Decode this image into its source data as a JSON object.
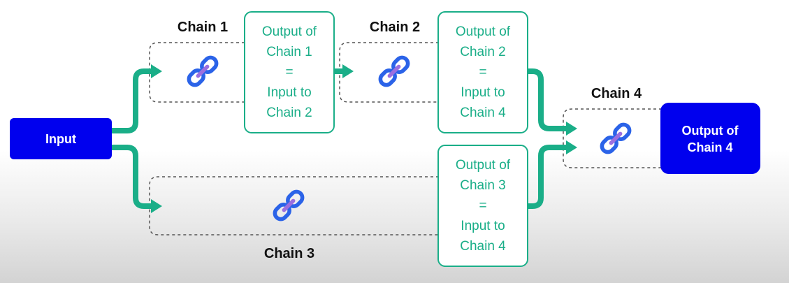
{
  "input": {
    "label": "Input"
  },
  "chains": {
    "chain1": {
      "title": "Chain 1"
    },
    "chain2": {
      "title": "Chain 2"
    },
    "chain3": {
      "title": "Chain 3"
    },
    "chain4": {
      "title": "Chain 4"
    }
  },
  "handoffs": {
    "chain1": [
      "Output of",
      "Chain 1",
      "=",
      "Input to",
      "Chain 2"
    ],
    "chain2": [
      "Output of",
      "Chain 2",
      "=",
      "Input to",
      "Chain 4"
    ],
    "chain3": [
      "Output of",
      "Chain 3",
      "=",
      "Input to",
      "Chain 4"
    ]
  },
  "final_output": {
    "lines": [
      "Output of",
      "Chain 4"
    ]
  },
  "colors": {
    "flow_green": "#1aae88",
    "accent_blue": "#0000ee",
    "link_blue": "#2b63e8",
    "link_purple": "#9b6fe0",
    "dash_gray": "#555555"
  },
  "icon_names": [
    "chain-link-icon"
  ]
}
